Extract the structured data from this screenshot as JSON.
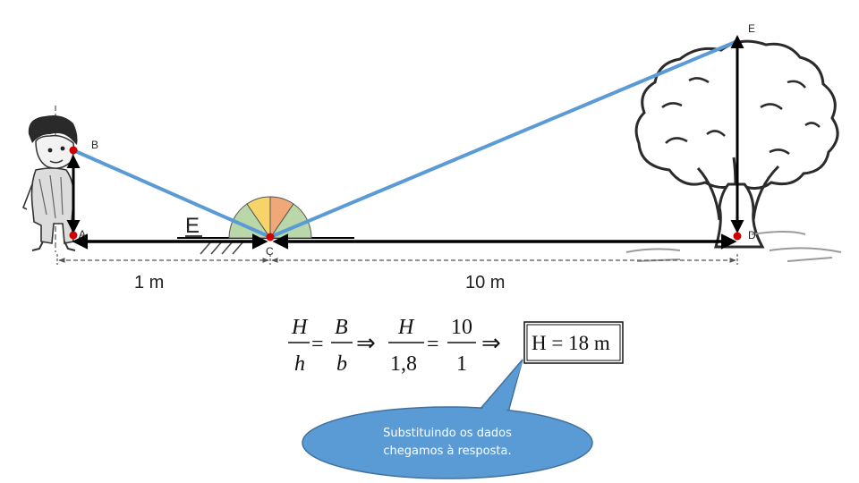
{
  "points": {
    "A": "A",
    "B": "B",
    "C": "C",
    "D": "D",
    "E": "E"
  },
  "mirror_label": "E",
  "distances": {
    "left": "1 m",
    "right": "10 m"
  },
  "equation": {
    "f1_num": "H",
    "f1_den": "h",
    "eq": "=",
    "f2_num": "B",
    "f2_den": "b",
    "implies": "⇒",
    "f3_num": "H",
    "f3_den": "1,8",
    "f4_num": "10",
    "f4_den": "1",
    "result": "H = 18 m"
  },
  "callout": {
    "line1": "Substituindo os dados",
    "line2": "chegamos à resposta."
  },
  "colors": {
    "ray": "#5b9bd5",
    "point": "#cc0000",
    "callout_fill": "#5b9bd5",
    "callout_stroke": "#41719c",
    "protractor_yellow": "#f7d46a",
    "protractor_orange": "#f0a878",
    "protractor_green": "#b9d7a8"
  }
}
